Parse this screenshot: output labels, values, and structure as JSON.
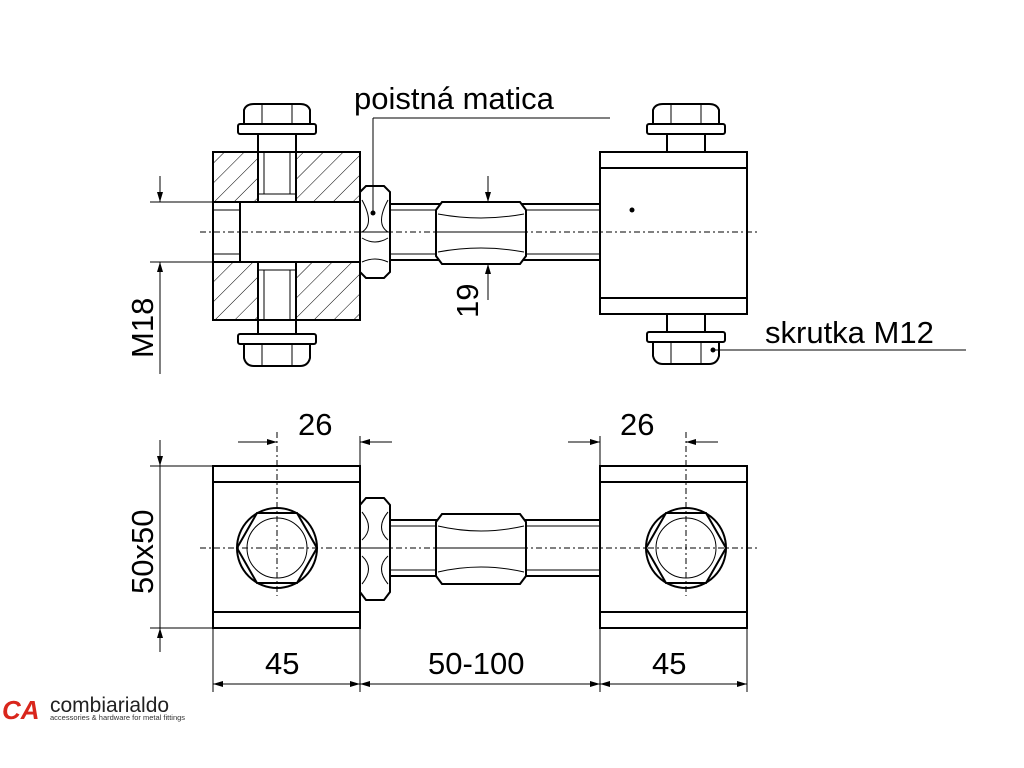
{
  "labels": {
    "lock_nut": "poistná matica",
    "screw": "skrutka M12",
    "thread_size": "M18",
    "nut_width": "19",
    "bolt_spacing_left": "26",
    "bolt_spacing_right": "26",
    "block_section": "50x50",
    "block_width_left": "45",
    "adjust_range": "50-100",
    "block_width_right": "45"
  },
  "brand": {
    "mark": "CA",
    "name": "combiarialdo",
    "tagline": "accessories & hardware for metal fittings",
    "color": "#d9261c"
  }
}
